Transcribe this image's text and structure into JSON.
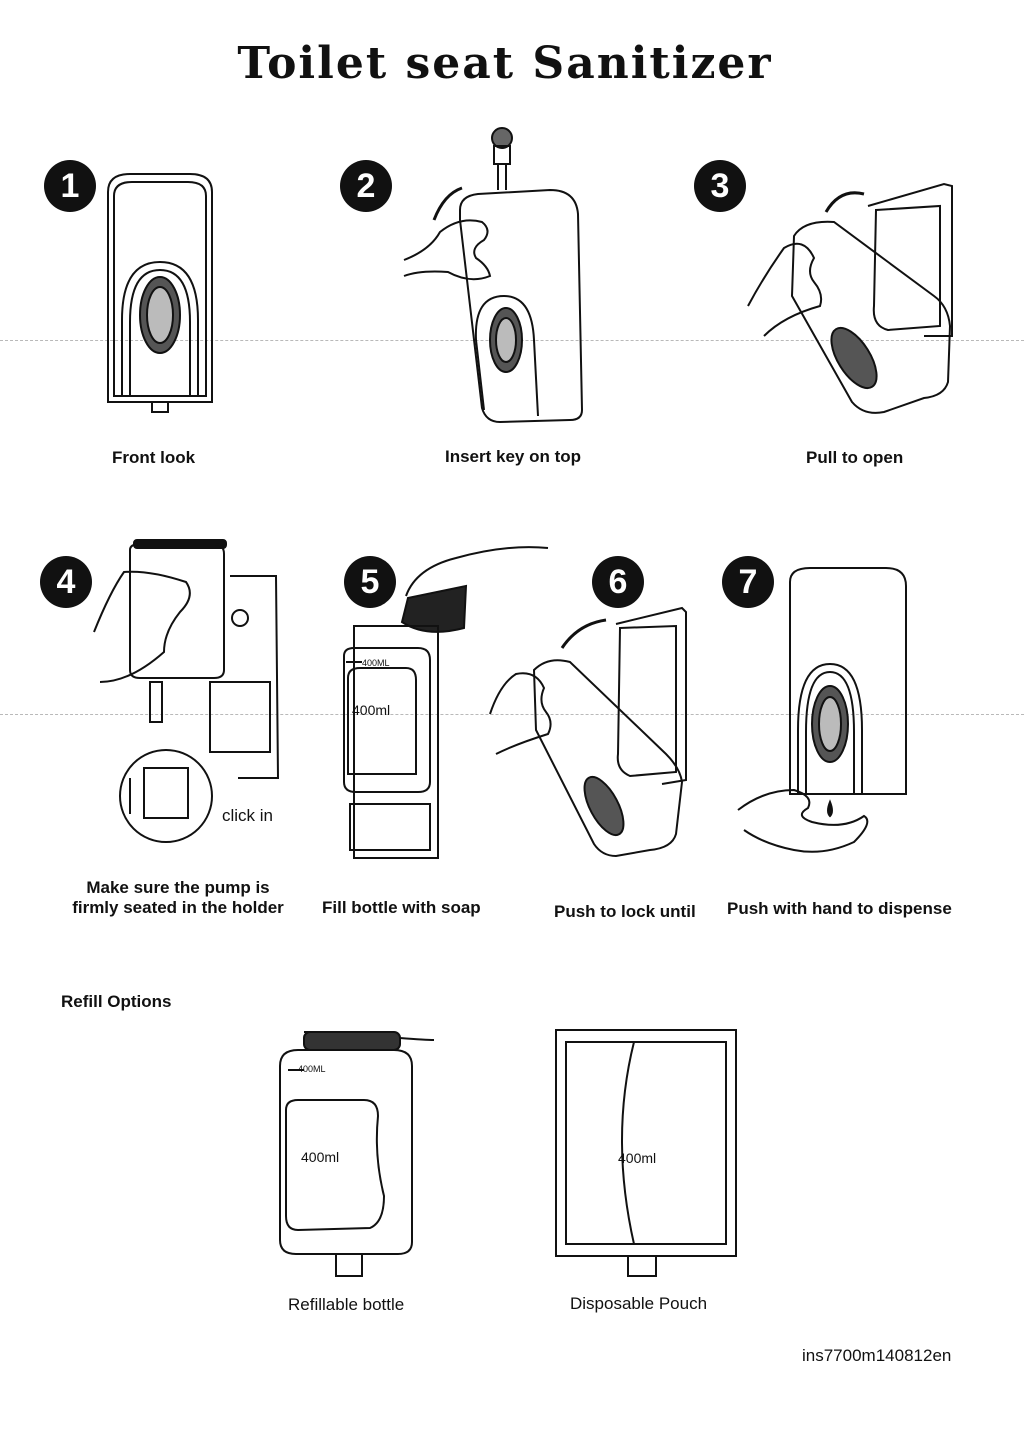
{
  "title": "Toilet seat Sanitizer",
  "steps": [
    {
      "number": "1",
      "caption": "Front look"
    },
    {
      "number": "2",
      "caption": "Insert key on top"
    },
    {
      "number": "3",
      "caption": "Pull  to open"
    },
    {
      "number": "4",
      "caption_line1": "Make sure the pump is",
      "caption_line2": "firmly seated in the holder",
      "inset_label": "click in"
    },
    {
      "number": "5",
      "caption": "Fill  bottle  with  soap",
      "bottle_label": "400ml",
      "bottle_scale": "400ML"
    },
    {
      "number": "6",
      "caption": "Push to lock until"
    },
    {
      "number": "7",
      "caption": "Push with hand to dispense"
    }
  ],
  "refill": {
    "heading": "Refill Options",
    "bottle": {
      "label": "400ml",
      "scale": "400ML",
      "caption": "Refillable bottle"
    },
    "pouch": {
      "label": "400ml",
      "caption": "Disposable Pouch"
    }
  },
  "footer_code": "ins7700m140812en"
}
